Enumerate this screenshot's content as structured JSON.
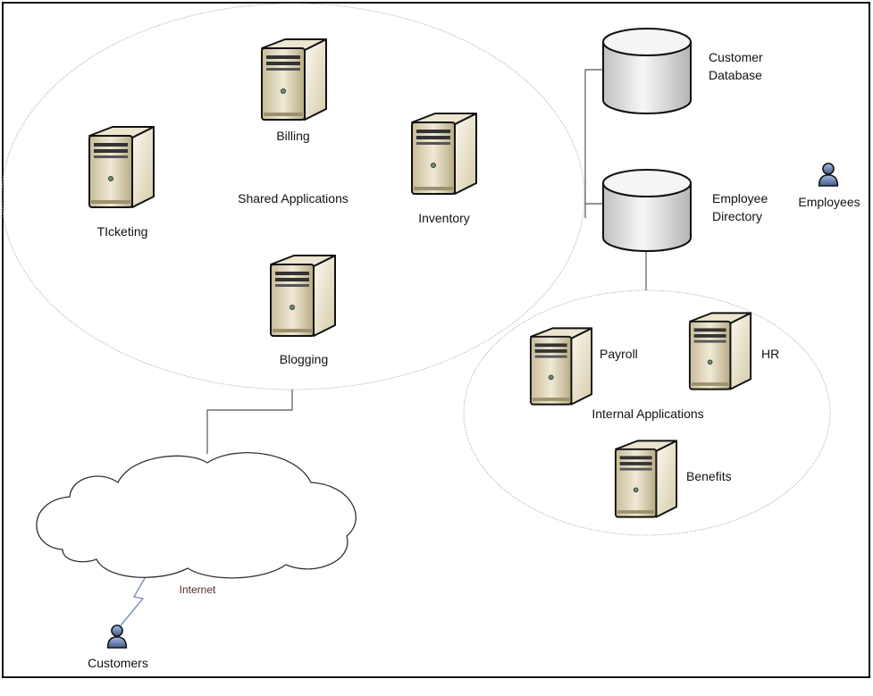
{
  "shared_group": {
    "label": "Shared Applications",
    "servers": [
      "Billing",
      "Inventory",
      "TIcketing",
      "Blogging"
    ]
  },
  "databases": {
    "customer": [
      "Customer",
      "Database"
    ],
    "employee": [
      "Employee",
      "Directory"
    ]
  },
  "internal_group": {
    "label": "Internal Applications",
    "servers": [
      "Payroll",
      "HR",
      "Benefits"
    ]
  },
  "actors": {
    "employees": "Employees",
    "customers": "Customers"
  },
  "cloud": {
    "label": "Internet"
  },
  "colors": {
    "server_front": "#d9cfb3",
    "server_side": "#f3eedf",
    "db_top": "#f5f5f5",
    "db_body": "#e4e4e4",
    "person": "#5b76a8",
    "ellipse_stroke": "#b5b5b5",
    "line": "#555555"
  }
}
